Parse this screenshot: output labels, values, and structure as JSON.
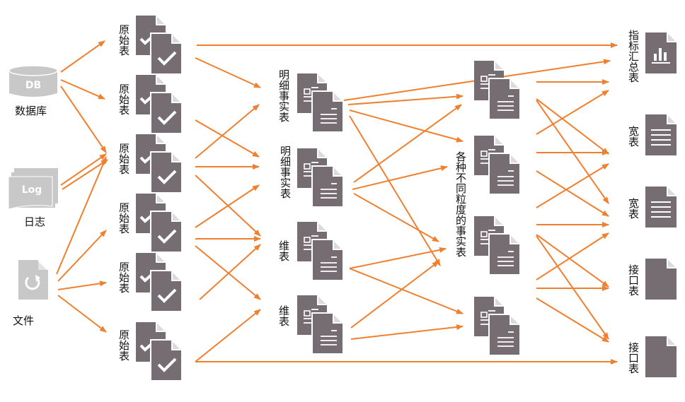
{
  "colors": {
    "arrow": "#F07F2E",
    "doc_icon": "#756D71",
    "source_icon": "#C8C8C9"
  },
  "sources": [
    {
      "id": "db",
      "label": "数据库",
      "icon": "database-icon",
      "icon_text": "DB"
    },
    {
      "id": "log",
      "label": "日志",
      "icon": "log-icon",
      "icon_text": "Log"
    },
    {
      "id": "file",
      "label": "文件",
      "icon": "file-refresh-icon"
    }
  ],
  "raw_tables": [
    {
      "label": "原始表"
    },
    {
      "label": "原始表"
    },
    {
      "label": "原始表"
    },
    {
      "label": "原始表"
    },
    {
      "label": "原始表"
    },
    {
      "label": "原始表"
    }
  ],
  "middle_tables": [
    {
      "label": "明细事实表"
    },
    {
      "label": "明细事实表"
    },
    {
      "label": "维表"
    },
    {
      "label": "维表"
    }
  ],
  "fact_group": {
    "label": "各种不同粒度的事实表",
    "count": 4
  },
  "outputs": [
    {
      "label": "指标汇总表",
      "icon": "bar-chart-doc-icon"
    },
    {
      "label": "宽表",
      "icon": "lines-doc-icon"
    },
    {
      "label": "宽表",
      "icon": "lines-doc-icon"
    },
    {
      "label": "接口表",
      "icon": "blank-doc-icon"
    },
    {
      "label": "接口表",
      "icon": "blank-doc-icon"
    }
  ]
}
